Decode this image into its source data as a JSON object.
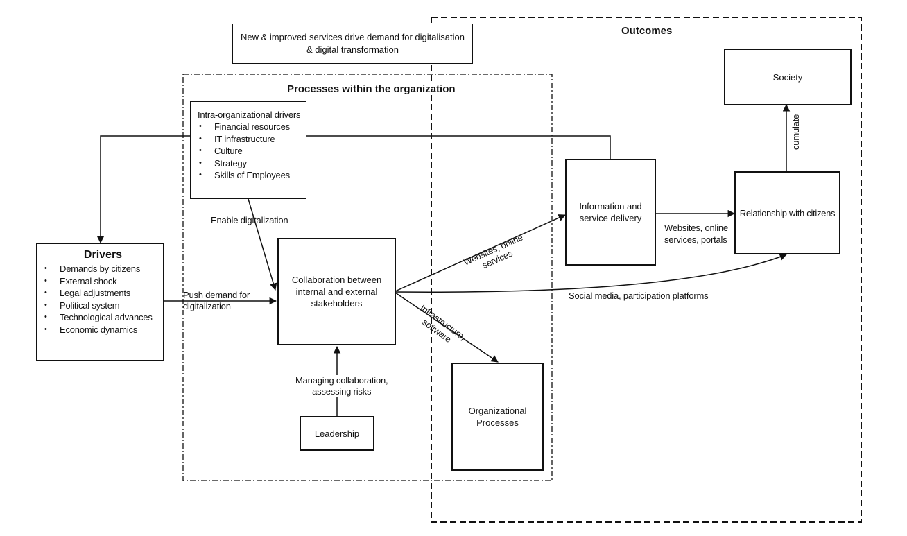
{
  "banner": {
    "line1": "New & improved services drive demand for digitalisation",
    "line2": "& digital transformation"
  },
  "outcomes_frame": {
    "title": "Outcomes"
  },
  "processes_frame": {
    "title": "Processes within the organization"
  },
  "intra_drivers": {
    "title": "Intra-organizational drivers",
    "items": [
      "Financial resources",
      "IT infrastructure",
      "Culture",
      "Strategy",
      "Skills of Employees"
    ]
  },
  "drivers": {
    "title": "Drivers",
    "items": [
      "Demands by citizens",
      "External shock",
      "Legal adjustments",
      "Political system",
      "Technological advances",
      "Economic dynamics"
    ]
  },
  "nodes": {
    "collaboration": {
      "line1": "Collaboration between",
      "line2": "internal and external",
      "line3": "stakeholders"
    },
    "leadership": "Leadership",
    "org_processes": {
      "line1": "Organizational",
      "line2": "Processes"
    },
    "info_delivery": {
      "line1": "Information and",
      "line2": "service delivery"
    },
    "relationship": "Relationship with citizens",
    "society": "Society"
  },
  "edge_labels": {
    "enable": "Enable digitalization",
    "push": {
      "line1": "Push demand for",
      "line2": "digitalization"
    },
    "managing": {
      "line1": "Managing collaboration,",
      "line2": "assessing risks"
    },
    "websites_rot": {
      "line1": "Websites, online",
      "line2": "services"
    },
    "websites_portals": {
      "line1": "Websites, online",
      "line2": "services, portals"
    },
    "social": "Social media, participation platforms",
    "infra": {
      "line1": "Infrastructure,",
      "line2": "software"
    },
    "cumulate": "cumulate"
  }
}
